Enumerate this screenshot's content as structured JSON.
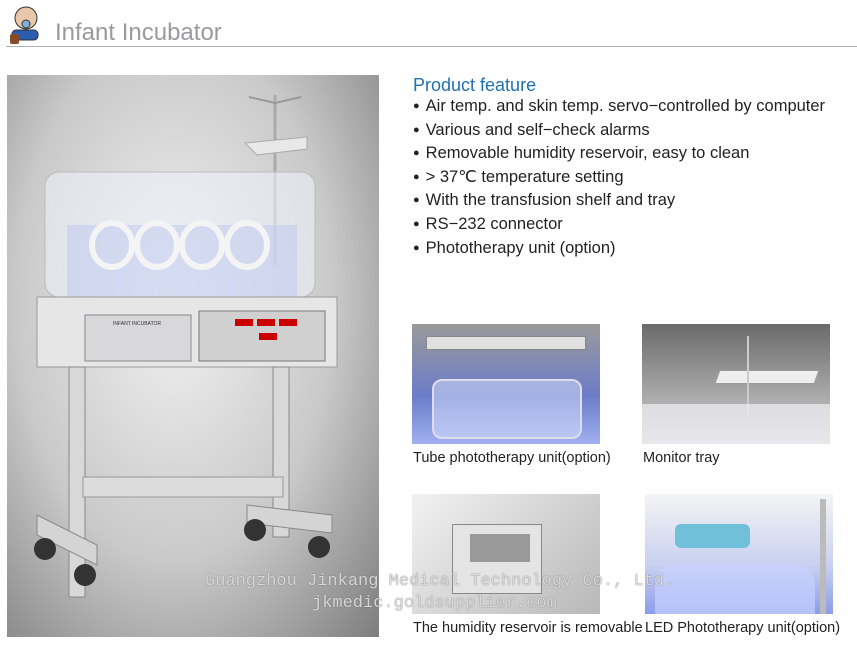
{
  "header": {
    "title": "Infant Incubator",
    "logo": "baby-with-pacifier-icon"
  },
  "main_image": {
    "label_on_device": "INFANT INCUBATOR"
  },
  "features": {
    "title": "Product feature",
    "items": [
      "Air temp. and skin temp. servo−controlled by computer",
      "Various and self−check alarms",
      "Removable humidity reservoir, easy to clean",
      "> 37℃ temperature setting",
      "With the transfusion shelf and tray",
      "RS−232 connector",
      "Phototherapy unit (option)"
    ]
  },
  "gallery": [
    {
      "caption": "Tube phototherapy unit(option)"
    },
    {
      "caption": "Monitor tray"
    },
    {
      "caption": "The humidity reservoir is removable"
    },
    {
      "caption": "LED Phototherapy unit(option)"
    }
  ],
  "watermark": {
    "line1": "Guangzhou Jinkang Medical Technology Co., Ltd.",
    "line2": "jkmedic.goldsupplier.com"
  },
  "colors": {
    "accent": "#1f6fb2",
    "title_gray": "#9a9a9e"
  }
}
